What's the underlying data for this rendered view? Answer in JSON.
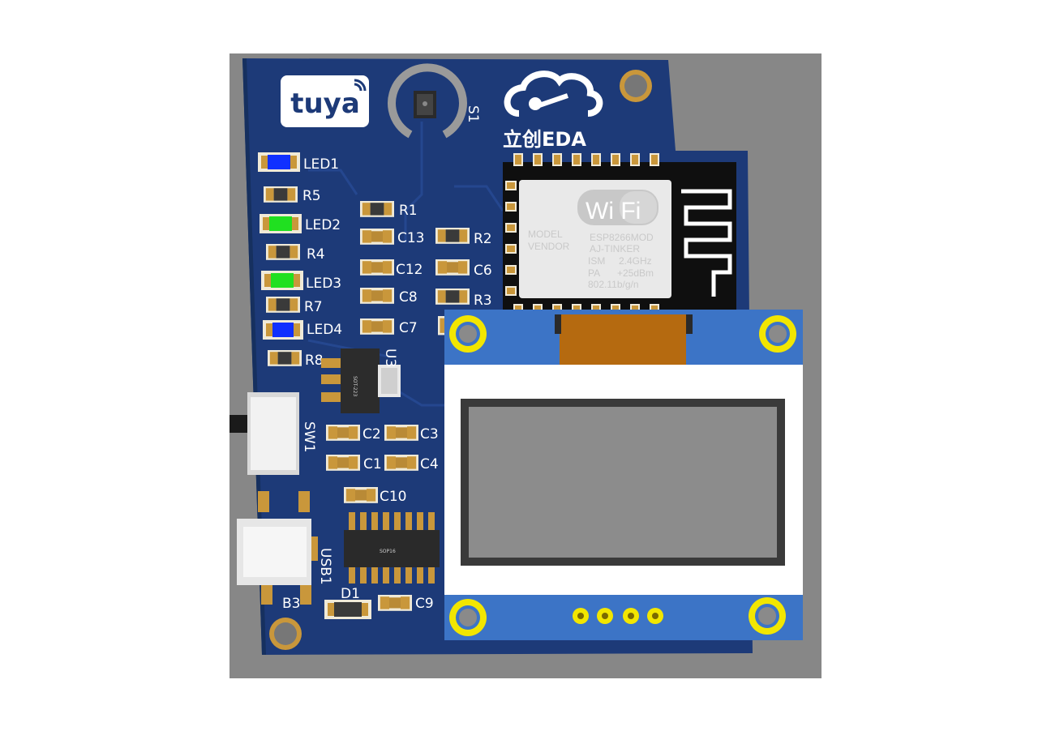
{
  "colors": {
    "background": "#878787",
    "pcb": "#1d3a78",
    "oled_board": "#3c74c6",
    "pad_gold": "#c9973b",
    "hole_ring": "#f2e600",
    "led_blue": "#1030ff",
    "led_green": "#20e020"
  },
  "logos": {
    "tuya": "tuya",
    "lceda": "立创EDA",
    "wifi": "Wi Fi"
  },
  "esp_module": {
    "rows": [
      {
        "label": "MODEL",
        "value": "ESP8266MOD"
      },
      {
        "label": "VENDOR",
        "value": "AJ-TINKER"
      },
      {
        "label": "ISM",
        "value": "2.4GHz"
      },
      {
        "label": "PA",
        "value": "+25dBm"
      },
      {
        "label": "",
        "value": "802.11b/g/n"
      }
    ]
  },
  "ic_marking": "SOP16",
  "designators": {
    "S1": "S1",
    "LED1": "LED1",
    "R5": "R5",
    "LED2": "LED2",
    "R4": "R4",
    "LED3": "LED3",
    "R7": "R7",
    "LED4": "LED4",
    "R8": "R8",
    "R1": "R1",
    "C13": "C13",
    "C12": "C12",
    "C8": "C8",
    "C7": "C7",
    "R2": "R2",
    "C6": "C6",
    "R3": "R3",
    "U3": "U3",
    "C2": "C2",
    "C3": "C3",
    "C1": "C1",
    "C4": "C4",
    "C10": "C10",
    "SW1": "SW1",
    "USB1": "USB1",
    "B3": "B3",
    "D1": "D1",
    "C9": "C9"
  }
}
